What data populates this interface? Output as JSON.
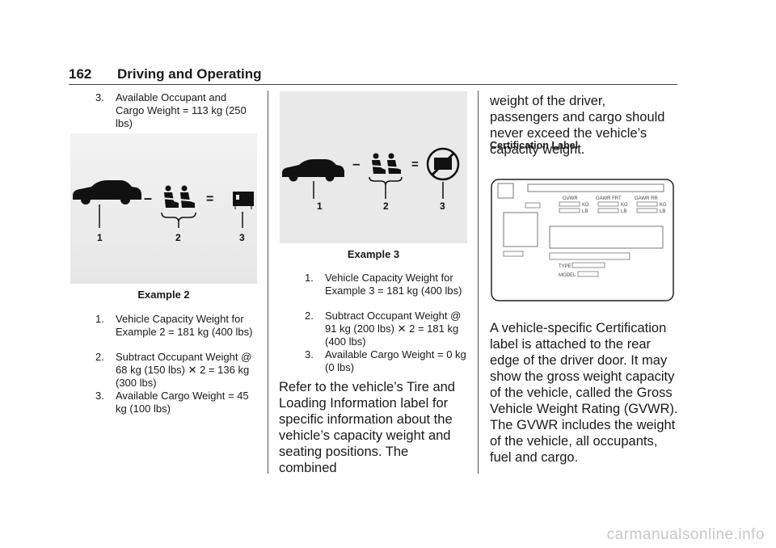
{
  "header": {
    "page_number": "162",
    "section_title": "Driving and Operating"
  },
  "col1": {
    "top_item": {
      "num": "3.",
      "text": "Available Occupant and Cargo Weight = 113 kg (250 lbs)"
    },
    "figure": {
      "callouts": [
        "1",
        "2",
        "3"
      ]
    },
    "caption": "Example 2",
    "list": [
      {
        "num": "1.",
        "text": "Vehicle Capacity Weight for Example 2 = 181 kg (400 lbs)"
      },
      {
        "num": "2.",
        "text": "Subtract Occupant Weight @ 68 kg (150 lbs) ✕ 2 = 136 kg (300 lbs)"
      },
      {
        "num": "3.",
        "text": "Available Cargo Weight = 45 kg (100 lbs)"
      }
    ]
  },
  "col2": {
    "figure": {
      "callouts": [
        "1",
        "2",
        "3"
      ]
    },
    "caption": "Example 3",
    "list": [
      {
        "num": "1.",
        "text": "Vehicle Capacity Weight for Example 3 = 181 kg (400 lbs)"
      },
      {
        "num": "2.",
        "text": "Subtract Occupant Weight @ 91 kg (200 lbs) ✕ 2 = 181 kg (400 lbs)"
      },
      {
        "num": "3.",
        "text": "Available Cargo Weight = 0 kg (0 lbs)"
      }
    ],
    "paragraph": "Refer to the vehicle’s Tire and Loading Information label for specific information about the vehicle’s capacity weight and seating positions. The combined"
  },
  "col3": {
    "paragraph_continued": "weight of the driver, passengers and cargo should never exceed the vehicle’s capacity weight.",
    "subheading": "Certification Label",
    "label": {
      "gvwr": "GVWR",
      "gawr_frt": "GAWR FRT",
      "gawr_rr": "GAWR RR",
      "kg": "KG",
      "lb": "LB",
      "type": "TYPE",
      "model": "MODEL"
    },
    "paragraph": "A vehicle-specific Certification label is attached to the rear edge of the driver door. It may show the gross weight capacity of the vehicle, called the Gross Vehicle Weight Rating (GVWR). The GVWR includes the weight of the vehicle, all occupants, fuel and cargo."
  },
  "footer": {
    "watermark": "carmanualsonline.info"
  }
}
